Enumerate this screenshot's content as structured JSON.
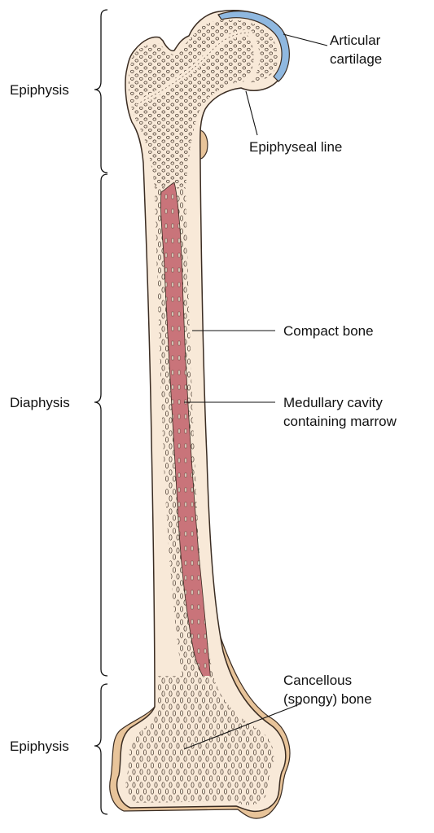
{
  "labels": {
    "epiphysis_top": "Epiphysis",
    "diaphysis": "Diaphysis",
    "epiphysis_bottom": "Epiphysis",
    "articular_cartilage_1": "Articular",
    "articular_cartilage_2": "cartilage",
    "epiphyseal_line": "Epiphyseal line",
    "compact_bone": "Compact bone",
    "medullary_cavity_1": "Medullary cavity",
    "medullary_cavity_2": "containing marrow",
    "cancellous_bone_1": "Cancellous",
    "cancellous_bone_2": "(spongy) bone"
  },
  "colors": {
    "compact_bone": "#f8e9d8",
    "bone_outline": "#3a2c22",
    "spongy_pores": "#d7b48a",
    "marrow": "#c9747a",
    "articular_cartilage": "#8fb8e0",
    "periosteum_tan": "#e8c49a",
    "leader_lines": "#111111"
  }
}
